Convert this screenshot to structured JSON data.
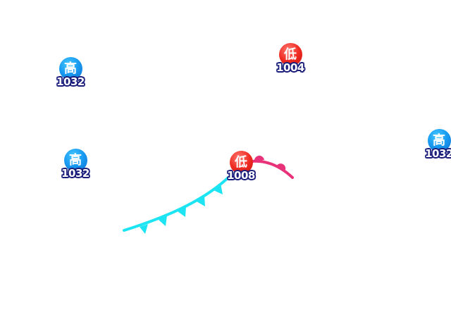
{
  "pressure_centers": [
    {
      "type": "high",
      "symbol": "高",
      "pressure": "1032"
    },
    {
      "type": "low",
      "symbol": "低",
      "pressure": "1004"
    },
    {
      "type": "high",
      "symbol": "高",
      "pressure": "1032"
    },
    {
      "type": "low",
      "symbol": "低",
      "pressure": "1008"
    },
    {
      "type": "high",
      "symbol": "高",
      "pressure": "1032"
    }
  ],
  "fronts": [
    {
      "kind": "cold",
      "color": "#1de4f2"
    },
    {
      "kind": "warm",
      "color": "#e8337a"
    }
  ],
  "colors": {
    "background": "#ffffff",
    "pressure_label_outline": "#1b1e7a"
  }
}
